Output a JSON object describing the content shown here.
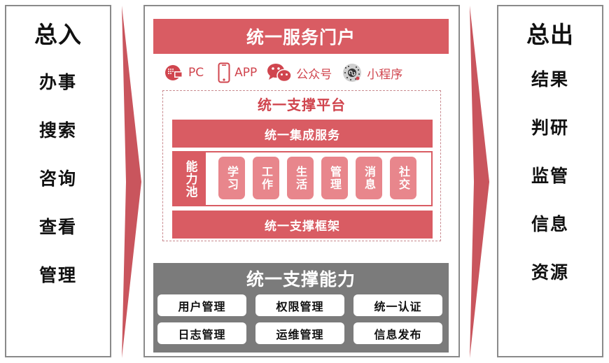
{
  "colors": {
    "accent_red": "#d95c63",
    "accent_red_text": "#d0454e",
    "pool_item_pink": "#e8868c",
    "support_gray": "#7b7b7b",
    "border_gray": "#8a8a8a",
    "arrow_red": "#c9555d"
  },
  "input_panel": {
    "title": "总入",
    "items": [
      "办事",
      "搜索",
      "咨询",
      "查看",
      "管理"
    ]
  },
  "output_panel": {
    "title": "总出",
    "items": [
      "结果",
      "判研",
      "监管",
      "信息",
      "资源"
    ]
  },
  "center": {
    "portal": {
      "title": "统一服务门户"
    },
    "channels": [
      {
        "icon": "pc-globe-icon",
        "label": "PC"
      },
      {
        "icon": "smartphone-icon",
        "label": "APP"
      },
      {
        "icon": "wechat-icon",
        "label": "公众号"
      },
      {
        "icon": "mini-program-qr-icon",
        "label": "小程序"
      }
    ],
    "platform": {
      "title": "统一支撑平台",
      "integration_bar": "统一集成服务",
      "pool_label": "能力池",
      "pool_items": [
        "学习",
        "工作",
        "生活",
        "管理",
        "消息",
        "社交"
      ],
      "framework_bar": "统一支撑框架"
    },
    "support": {
      "title": "统一支撑能力",
      "items": [
        "用户管理",
        "权限管理",
        "统一认证",
        "日志管理",
        "运维管理",
        "信息发布"
      ]
    }
  }
}
